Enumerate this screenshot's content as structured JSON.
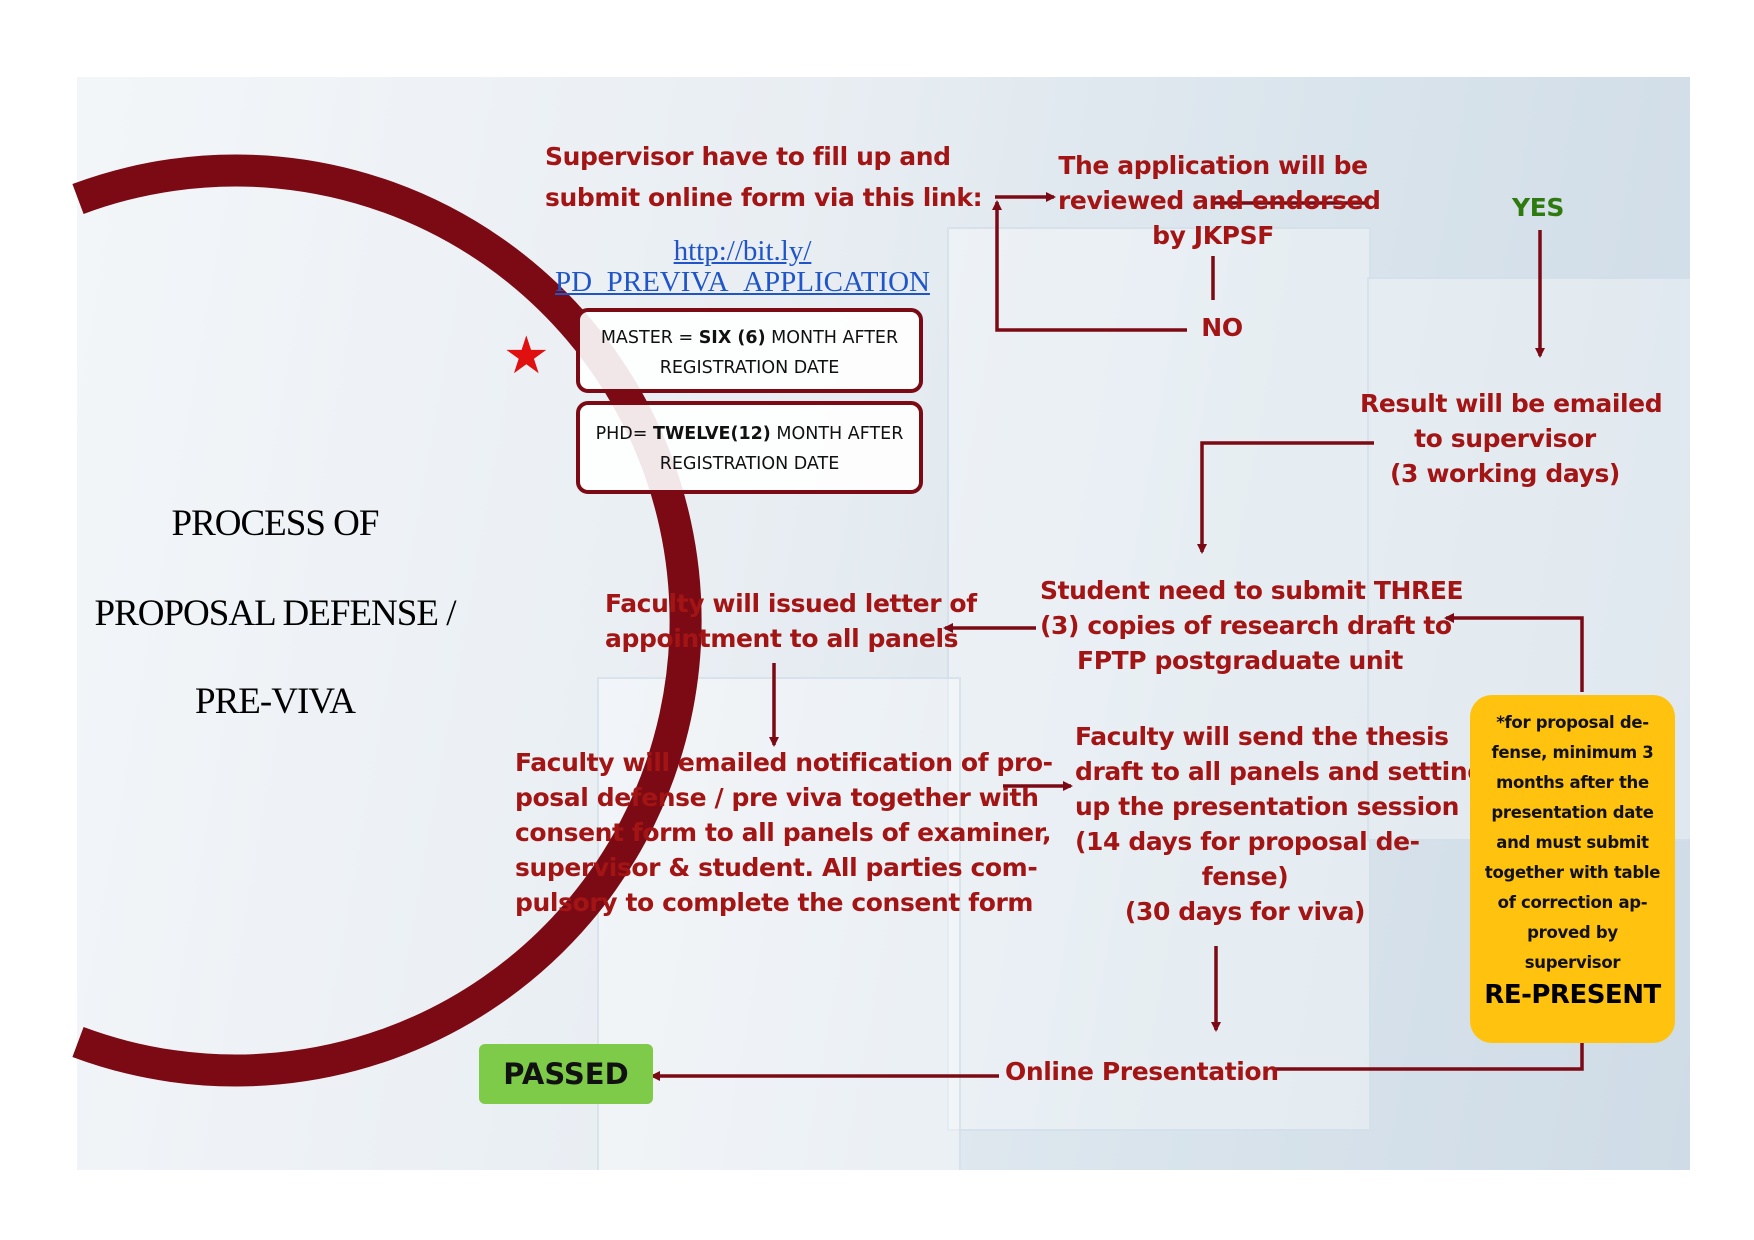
{
  "title": {
    "line1": "PROCESS OF",
    "line2": "PROPOSAL DEFENSE /",
    "line3": "PRE-VIVA"
  },
  "steps": {
    "submit": {
      "line1": "Supervisor have to fill up and",
      "line2": "submit online form via this link:"
    },
    "link": {
      "line1": "http://bit.ly/",
      "line2": "PD_PREVIVA_APPLICATION"
    },
    "master": {
      "prefix": "MASTER = ",
      "bold": "SIX (6)",
      "suffix": " MONTH AFTER",
      "line2": "REGISTRATION DATE"
    },
    "phd": {
      "prefix": "PHD= ",
      "bold": "TWELVE(12)",
      "suffix": " MONTH AFTER",
      "line2": "REGISTRATION DATE"
    },
    "review": {
      "line1": "The application will be",
      "line2": "reviewed and endorsed",
      "line3": "by JKPSF"
    },
    "yes": "YES",
    "no": "NO",
    "result": {
      "line1": "Result will be emailed",
      "line2": "to supervisor",
      "line3": "(3 working days)"
    },
    "student": {
      "line1": "Student need to submit THREE",
      "line2": "(3) copies of research draft to",
      "line3": "FPTP postgraduate unit"
    },
    "faculty_letter": {
      "line1": "Faculty will issued letter of",
      "line2": "appointment to all panels"
    },
    "faculty_email": {
      "line1": "Faculty will emailed notification of pro-",
      "line2": "posal defense / pre viva together with",
      "line3": "consent form to all panels of examiner,",
      "line4": "supervisor & student.  All parties com-",
      "line5": "pulsory to complete the consent form"
    },
    "faculty_send": {
      "line1": "Faculty will send the thesis",
      "line2": "draft to all panels and setting",
      "line3": "up the presentation session",
      "line4": "(14 days for proposal de-",
      "line5": "fense)",
      "line6": "(30 days for viva)"
    },
    "online": "Online Presentation",
    "passed": "PASSED",
    "note": {
      "lines": [
        "*for proposal de-",
        "fense, minimum 3",
        "months after the",
        "presentation date",
        "and must submit",
        "together with table",
        "of correction ap-",
        "proved by",
        "supervisor"
      ],
      "represent": "RE-PRESENT"
    }
  },
  "colors": {
    "text_red": "#a31414",
    "arc": "#7b0a14",
    "note_bg": "#ffc20e",
    "passed_bg": "#7ecb4a",
    "yes_green": "#2e7a0e",
    "star": "#e01010"
  }
}
